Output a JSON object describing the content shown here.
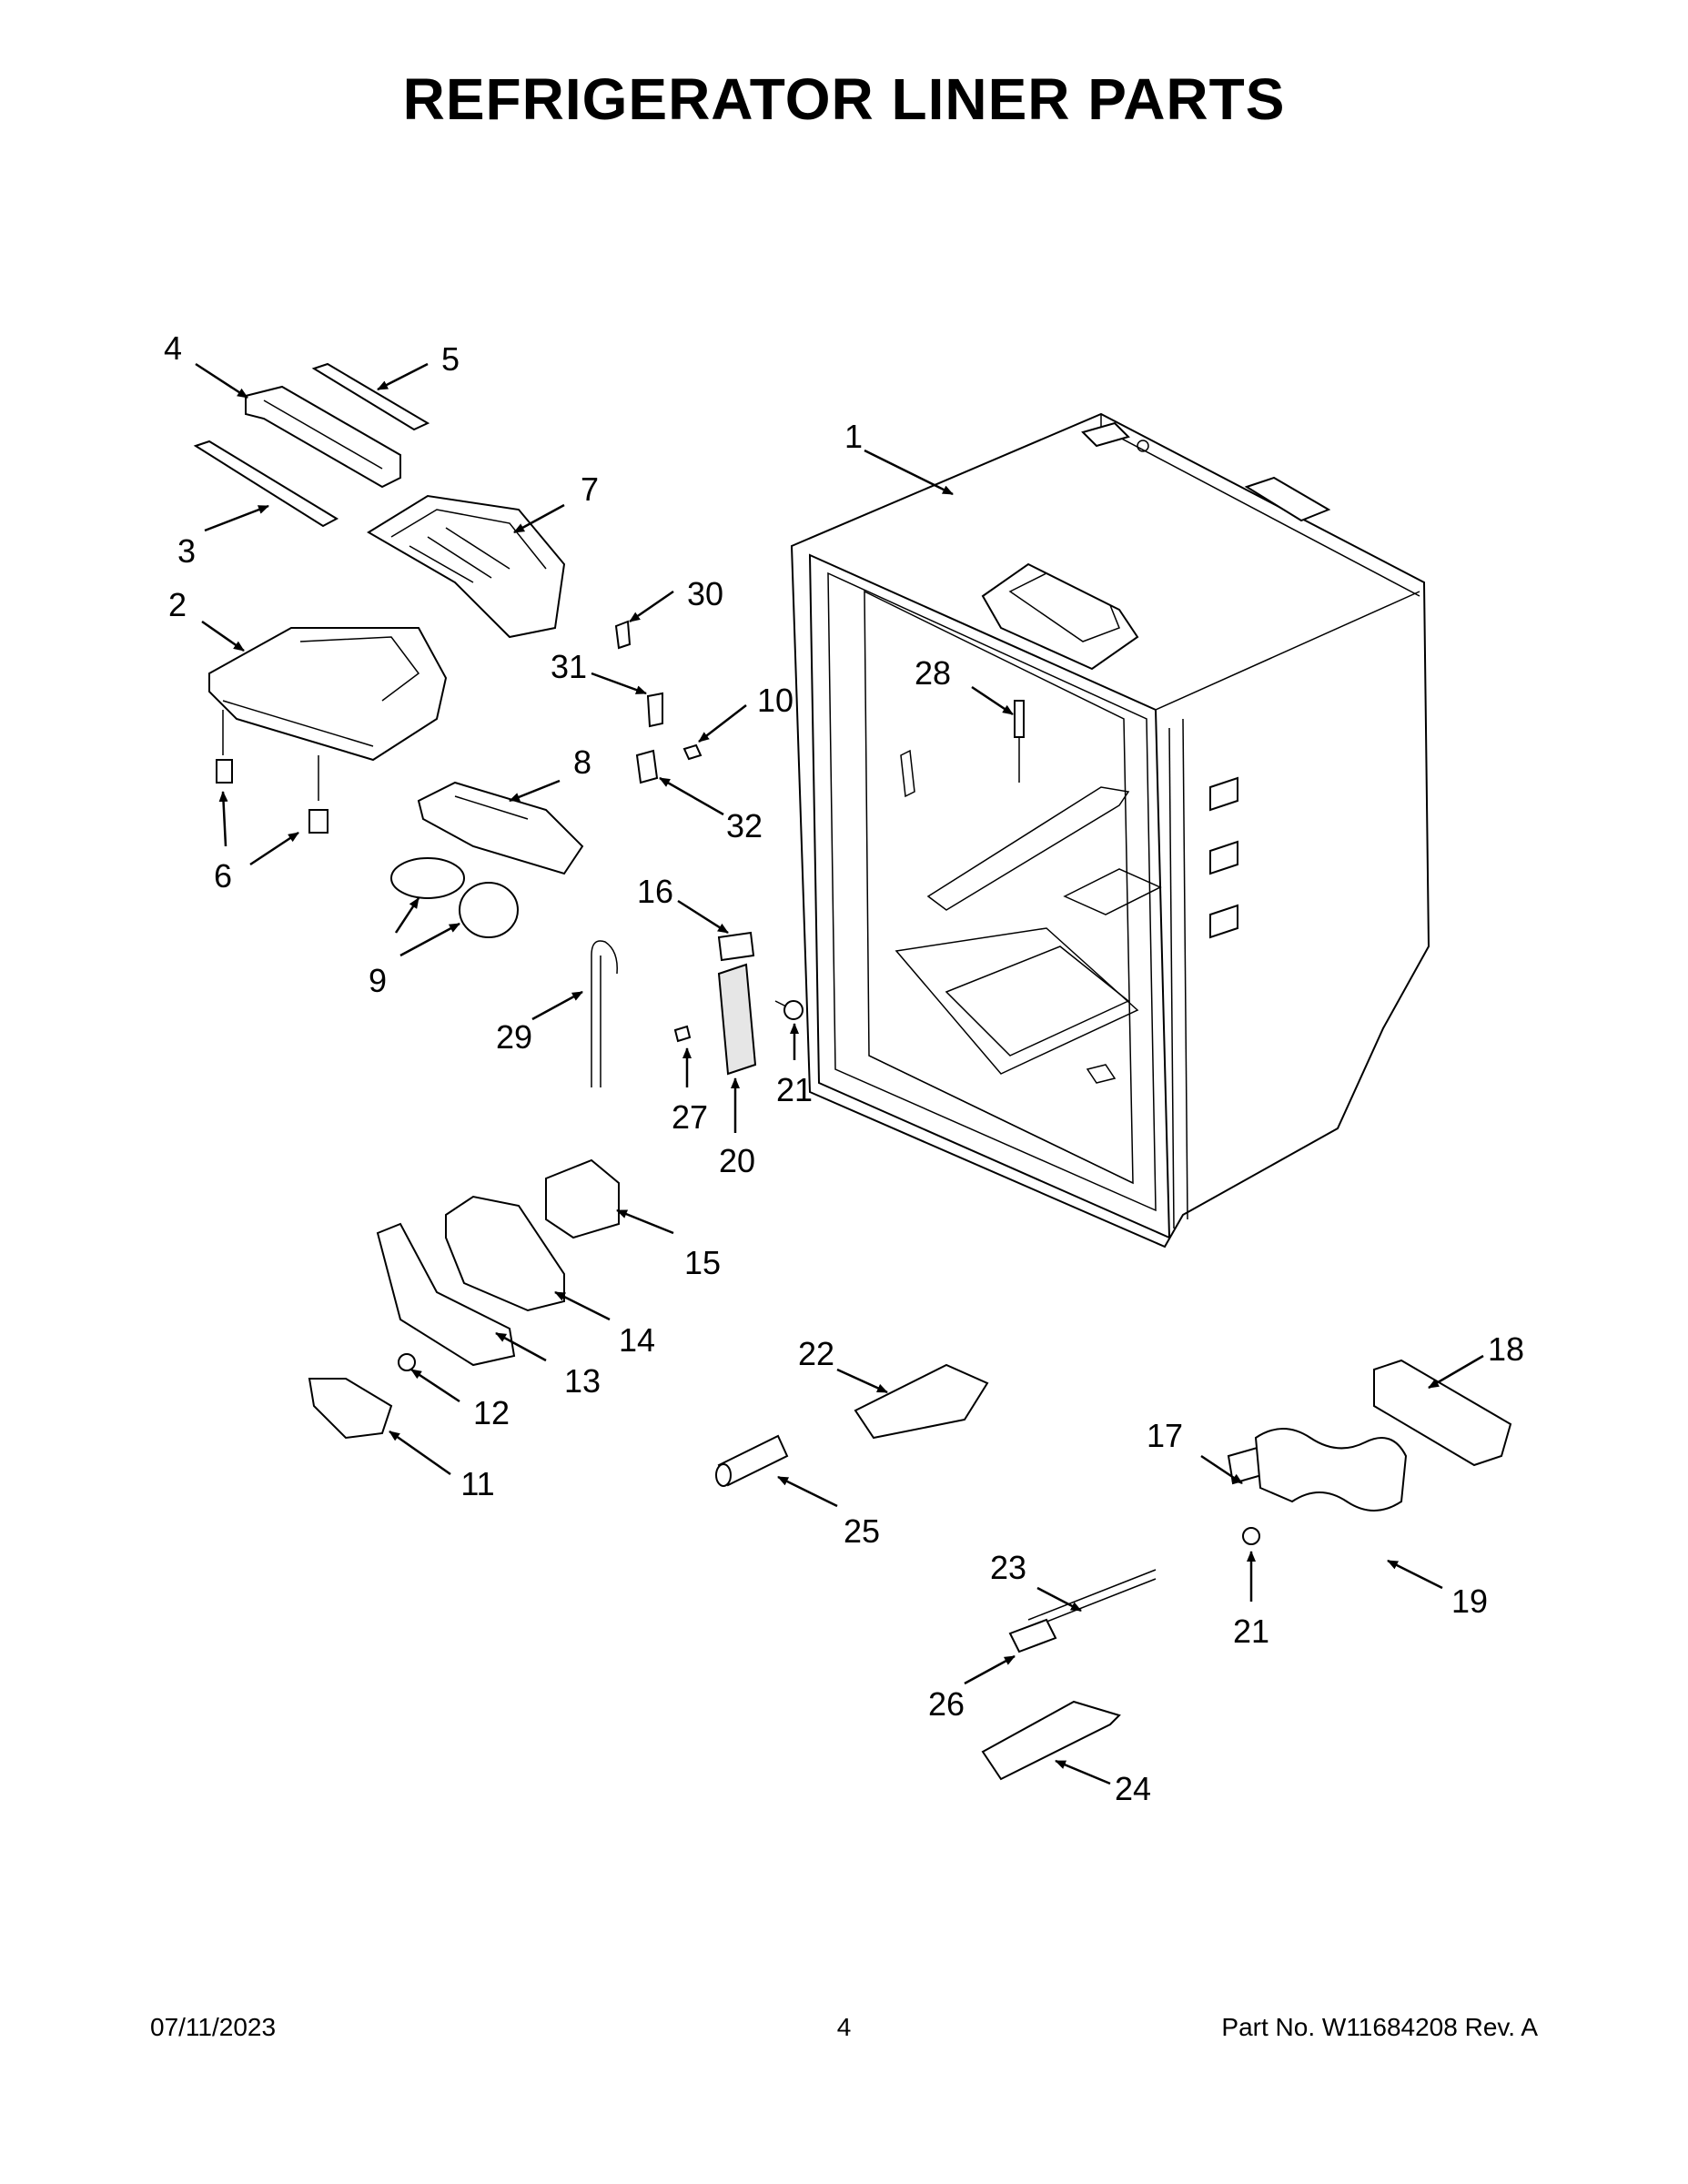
{
  "page": {
    "title": "REFRIGERATOR LINER PARTS",
    "footer_date": "07/11/2023",
    "footer_page": "4",
    "footer_part": "Part No.  W11684208  Rev.  A"
  },
  "callouts": {
    "c1": "1",
    "c2": "2",
    "c3": "3",
    "c4": "4",
    "c5": "5",
    "c6": "6",
    "c7": "7",
    "c8": "8",
    "c9": "9",
    "c10": "10",
    "c11": "11",
    "c12": "12",
    "c13": "13",
    "c14": "14",
    "c15": "15",
    "c16": "16",
    "c17": "17",
    "c18": "18",
    "c19": "19",
    "c20": "20",
    "c21a": "21",
    "c21b": "21",
    "c22": "22",
    "c23": "23",
    "c24": "24",
    "c25": "25",
    "c26": "26",
    "c27": "27",
    "c28": "28",
    "c29": "29",
    "c30": "30",
    "c31": "31",
    "c32": "32"
  }
}
